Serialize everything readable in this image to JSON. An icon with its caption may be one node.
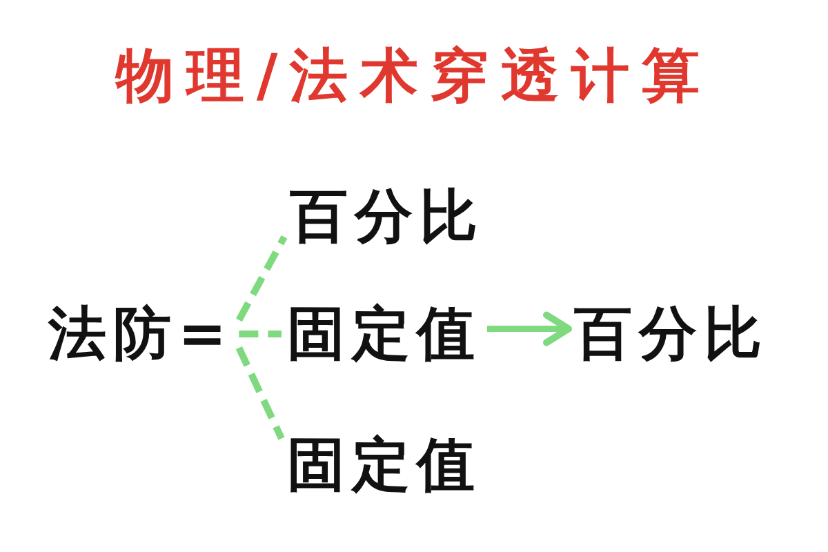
{
  "diagram": {
    "title": "物理/法术穿透计算",
    "nodes": [
      {
        "text": [
          "法防="
        ]
      },
      {
        "text": [
          "百分比"
        ]
      },
      {
        "text": [
          "固定值"
        ]
      },
      {
        "text": [
          "百分比"
        ]
      },
      {
        "text": [
          "固定值"
        ]
      }
    ],
    "edges": [
      {
        "from": 0,
        "to": 1,
        "arrow": "none",
        "style": "dashed"
      },
      {
        "from": 0,
        "to": 2,
        "arrow": "none",
        "style": "dashed"
      },
      {
        "from": 0,
        "to": 4,
        "arrow": "none",
        "style": "dashed"
      },
      {
        "from": 2,
        "to": 3,
        "arrow": "to"
      }
    ]
  }
}
